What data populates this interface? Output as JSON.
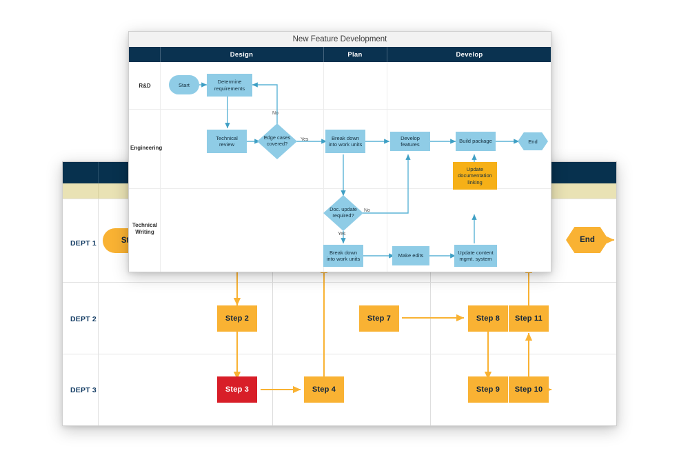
{
  "back_diagram": {
    "name": "cross-functional-swimlane-template",
    "colors": {
      "header": "#07314e",
      "subheader": "#e9e2b4",
      "step": "#f9b233",
      "alert_step": "#d81e28",
      "connector": "#f9b233"
    },
    "lanes": [
      {
        "id": "dept1",
        "label": "DEPT 1"
      },
      {
        "id": "dept2",
        "label": "DEPT 2"
      },
      {
        "id": "dept3",
        "label": "DEPT 3"
      }
    ],
    "nodes": [
      {
        "id": "start",
        "label": "Start",
        "shape": "pill",
        "lane": "dept1"
      },
      {
        "id": "step2",
        "label": "Step 2",
        "shape": "rect",
        "lane": "dept2"
      },
      {
        "id": "step3",
        "label": "Step 3",
        "shape": "rect",
        "lane": "dept3",
        "status": "alert"
      },
      {
        "id": "step4",
        "label": "Step 4",
        "shape": "rect",
        "lane": "dept3"
      },
      {
        "id": "step7",
        "label": "Step 7",
        "shape": "rect",
        "lane": "dept2"
      },
      {
        "id": "step8",
        "label": "Step 8",
        "shape": "rect",
        "lane": "dept2"
      },
      {
        "id": "step9",
        "label": "Step 9",
        "shape": "rect",
        "lane": "dept3"
      },
      {
        "id": "step10",
        "label": "Step 10",
        "shape": "rect",
        "lane": "dept3"
      },
      {
        "id": "step11",
        "label": "Step 11",
        "shape": "rect",
        "lane": "dept2"
      },
      {
        "id": "end",
        "label": "End",
        "shape": "hexagon",
        "lane": "dept1"
      }
    ],
    "edges": [
      {
        "from": "step2",
        "to": "step3"
      },
      {
        "from": "step3",
        "to": "step4"
      },
      {
        "from": "step4",
        "to": "step7"
      },
      {
        "from": "step7",
        "to": "step8"
      },
      {
        "from": "step8",
        "to": "step9"
      },
      {
        "from": "step9",
        "to": "step10"
      },
      {
        "from": "step10",
        "to": "step11"
      },
      {
        "from": "step11",
        "to": "end"
      }
    ]
  },
  "front_diagram": {
    "title": "New Feature Development",
    "colors": {
      "header": "#0a3250",
      "node": "#8fcce6",
      "highlight_node": "#f6b017",
      "connector": "#3f9fc4"
    },
    "phases": [
      {
        "id": "design",
        "label": "Design"
      },
      {
        "id": "plan",
        "label": "Plan"
      },
      {
        "id": "develop",
        "label": "Develop"
      }
    ],
    "lanes": [
      {
        "id": "rnd",
        "label": "R&D"
      },
      {
        "id": "eng",
        "label": "Engineering"
      },
      {
        "id": "techwri",
        "label": "Technical\nWriting"
      }
    ],
    "nodes": [
      {
        "id": "start",
        "label": "Start",
        "shape": "pill",
        "lane": "rnd",
        "phase": "design"
      },
      {
        "id": "determine",
        "label": "Determine requirements",
        "shape": "rect",
        "lane": "rnd",
        "phase": "design"
      },
      {
        "id": "techreview",
        "label": "Technical review",
        "shape": "rect",
        "lane": "eng",
        "phase": "design"
      },
      {
        "id": "edgecases",
        "label": "Edge cases covered?",
        "shape": "decision",
        "lane": "eng",
        "phase": "design"
      },
      {
        "id": "breakdown1",
        "label": "Break down into work units",
        "shape": "rect",
        "lane": "eng",
        "phase": "plan"
      },
      {
        "id": "devfeatures",
        "label": "Develop features",
        "shape": "rect",
        "lane": "eng",
        "phase": "develop"
      },
      {
        "id": "buildpkg",
        "label": "Build package",
        "shape": "rect",
        "lane": "eng",
        "phase": "develop"
      },
      {
        "id": "end",
        "label": "End",
        "shape": "hexagon",
        "lane": "eng",
        "phase": "develop"
      },
      {
        "id": "updatedoclink",
        "label": "Update documentation linking",
        "shape": "rect",
        "lane": "eng",
        "phase": "develop",
        "highlight": true
      },
      {
        "id": "docupdate",
        "label": "Doc. update required?",
        "shape": "decision",
        "lane": "techwri",
        "phase": "plan"
      },
      {
        "id": "breakdown2",
        "label": "Break down into work units",
        "shape": "rect",
        "lane": "techwri",
        "phase": "plan"
      },
      {
        "id": "makeedits",
        "label": "Make edits",
        "shape": "rect",
        "lane": "techwri",
        "phase": "develop"
      },
      {
        "id": "updatecms",
        "label": "Update content mgmt. system",
        "shape": "rect",
        "lane": "techwri",
        "phase": "develop"
      }
    ],
    "edges": [
      {
        "from": "start",
        "to": "determine",
        "label": ""
      },
      {
        "from": "determine",
        "to": "techreview",
        "label": ""
      },
      {
        "from": "techreview",
        "to": "edgecases",
        "label": ""
      },
      {
        "from": "edgecases",
        "to": "determine",
        "label": "No"
      },
      {
        "from": "edgecases",
        "to": "breakdown1",
        "label": "Yes"
      },
      {
        "from": "breakdown1",
        "to": "devfeatures",
        "label": ""
      },
      {
        "from": "breakdown1",
        "to": "docupdate",
        "label": ""
      },
      {
        "from": "devfeatures",
        "to": "buildpkg",
        "label": ""
      },
      {
        "from": "buildpkg",
        "to": "end",
        "label": ""
      },
      {
        "from": "docupdate",
        "to": "devfeatures",
        "label": "No"
      },
      {
        "from": "docupdate",
        "to": "breakdown2",
        "label": "Yes"
      },
      {
        "from": "breakdown2",
        "to": "makeedits",
        "label": ""
      },
      {
        "from": "makeedits",
        "to": "updatecms",
        "label": ""
      },
      {
        "from": "updatecms",
        "to": "updatedoclink",
        "label": ""
      },
      {
        "from": "updatedoclink",
        "to": "buildpkg",
        "label": ""
      }
    ],
    "edge_labels": {
      "no_1": "No",
      "yes_1": "Yes",
      "no_2": "No",
      "yes_2": "Yes"
    }
  }
}
